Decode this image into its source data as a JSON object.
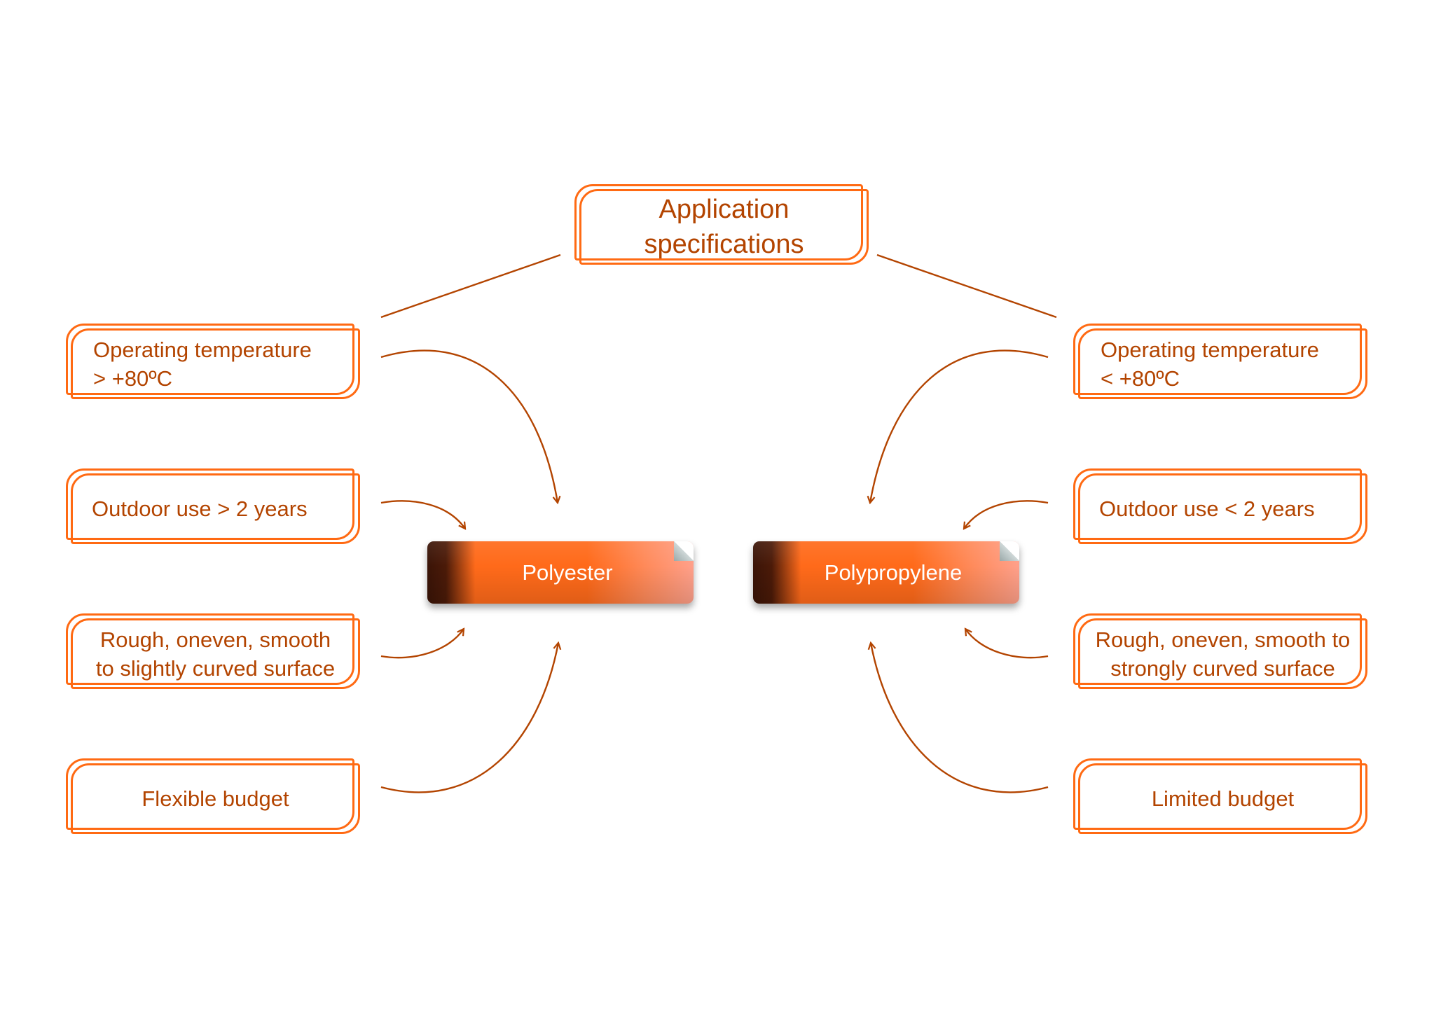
{
  "colors": {
    "box_border": "#ff6a13",
    "text": "#b34400",
    "connector": "#b34400",
    "badge_orange": "#ff6a1a",
    "badge_text": "#ffffff"
  },
  "root": {
    "label": "Application\nspecifications"
  },
  "materials": {
    "left": {
      "label": "Polyester"
    },
    "right": {
      "label": "Polypropylene"
    }
  },
  "left_criteria": [
    {
      "label": "Operating temperature\n > +80ºC"
    },
    {
      "label": "Outdoor use > 2 years"
    },
    {
      "label": "Rough, oneven, smooth\nto slightly curved surface"
    },
    {
      "label": "Flexible budget"
    }
  ],
  "right_criteria": [
    {
      "label": "Operating temperature\n < +80ºC"
    },
    {
      "label": "Outdoor use  < 2 years"
    },
    {
      "label": "Rough, oneven, smooth to\nstrongly curved surface"
    },
    {
      "label": "Limited budget"
    }
  ],
  "edges": [
    {
      "from": "root",
      "to": "left_criteria",
      "type": "line"
    },
    {
      "from": "root",
      "to": "right_criteria",
      "type": "line"
    },
    {
      "from": "left_criteria.0",
      "to": "materials.left",
      "type": "arrow"
    },
    {
      "from": "left_criteria.1",
      "to": "materials.left",
      "type": "arrow"
    },
    {
      "from": "left_criteria.2",
      "to": "materials.left",
      "type": "arrow"
    },
    {
      "from": "left_criteria.3",
      "to": "materials.left",
      "type": "arrow"
    },
    {
      "from": "right_criteria.0",
      "to": "materials.right",
      "type": "arrow"
    },
    {
      "from": "right_criteria.1",
      "to": "materials.right",
      "type": "arrow"
    },
    {
      "from": "right_criteria.2",
      "to": "materials.right",
      "type": "arrow"
    },
    {
      "from": "right_criteria.3",
      "to": "materials.right",
      "type": "arrow"
    }
  ]
}
